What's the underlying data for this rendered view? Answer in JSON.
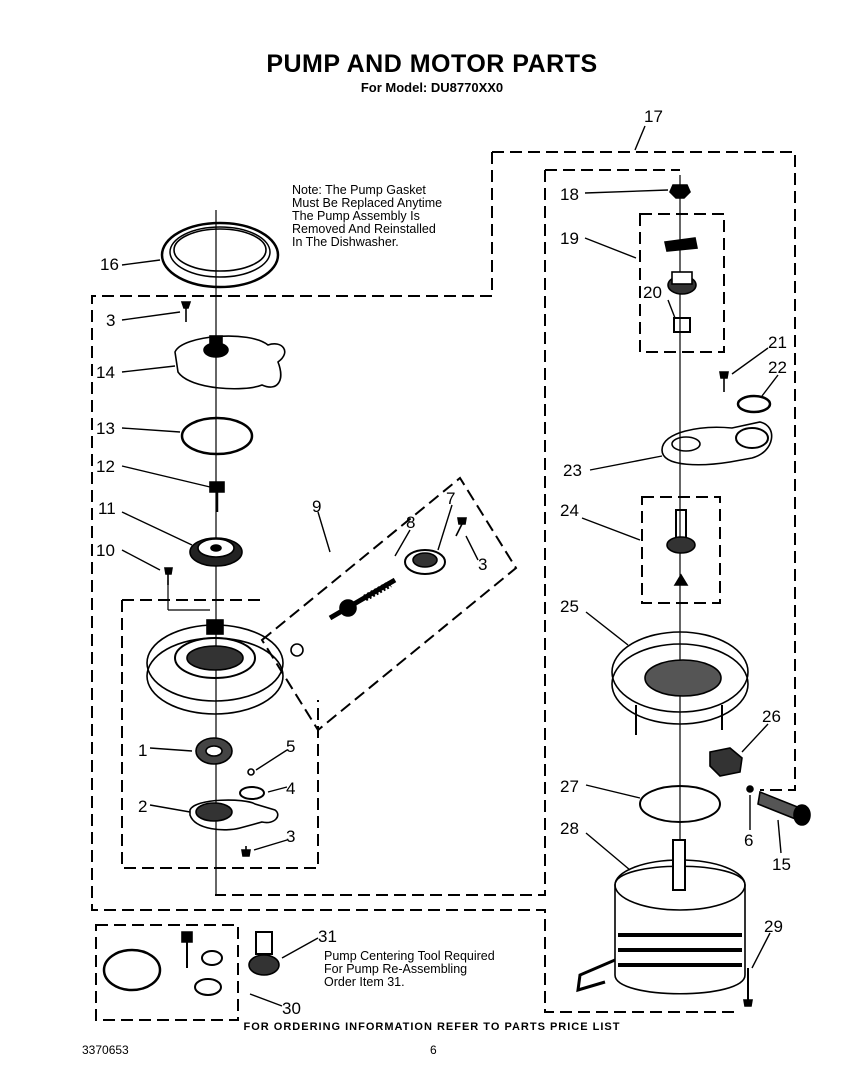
{
  "header": {
    "title": "PUMP AND MOTOR PARTS",
    "subtitle": "For Model: DU8770XX0"
  },
  "notes": {
    "pump_gasket": "Note: The Pump Gasket\nMust Be Replaced Anytime\nThe Pump Assembly Is\nRemoved And Reinstalled\nIn The Dishwasher.",
    "centering_tool": "Pump Centering Tool Required\nFor Pump Re-Assembling\nOrder Item 31."
  },
  "footer": {
    "ordering": "FOR ORDERING INFORMATION REFER TO PARTS PRICE LIST",
    "doc_number": "3370653",
    "page_number": "6"
  },
  "callouts": {
    "c17": "17",
    "c18": "18",
    "c19": "19",
    "c20": "20",
    "c21": "21",
    "c22": "22",
    "c23": "23",
    "c24": "24",
    "c25": "25",
    "c26": "26",
    "c27": "27",
    "c28": "28",
    "c29": "29",
    "c6": "6",
    "c15": "15",
    "c16": "16",
    "c3a": "3",
    "c14": "14",
    "c13": "13",
    "c12": "12",
    "c11": "11",
    "c10": "10",
    "c9": "9",
    "c8": "8",
    "c7": "7",
    "c3b": "3",
    "c1": "1",
    "c5": "5",
    "c4": "4",
    "c2": "2",
    "c3c": "3",
    "c31": "31",
    "c30": "30"
  }
}
